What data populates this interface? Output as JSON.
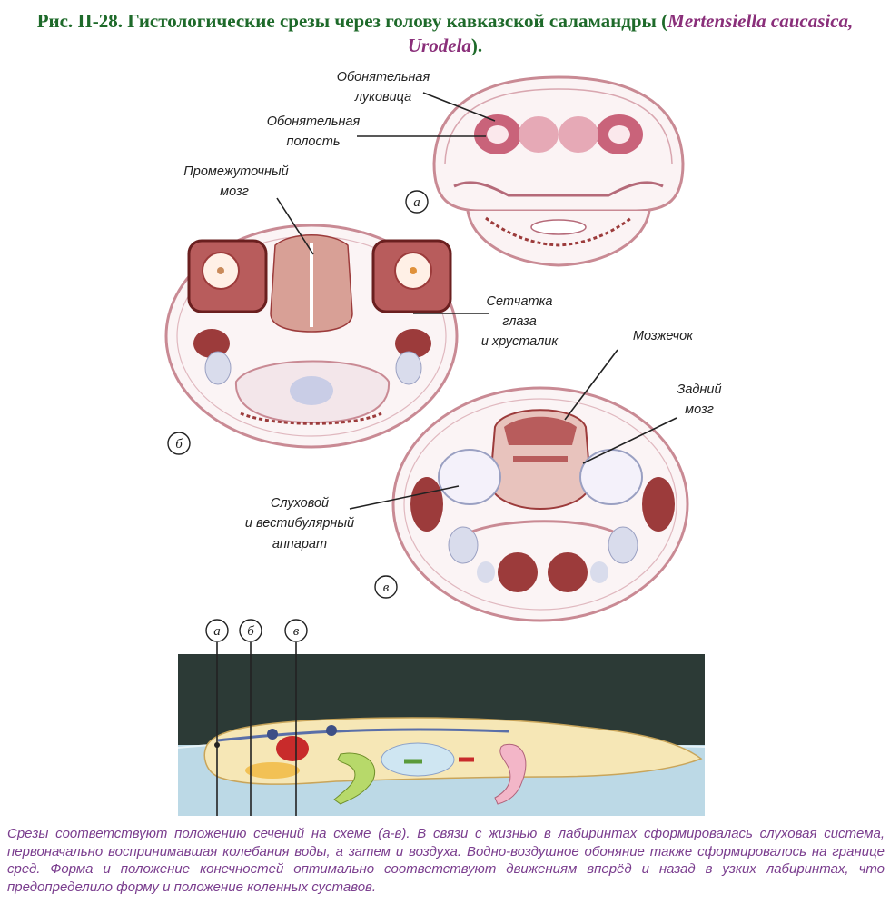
{
  "title": {
    "prefix": "Рис. II-28. Гистологические срезы через голову кавказской саламандры (",
    "latin": "Mertensiella caucasica, Urodela",
    "suffix": ")."
  },
  "labels": {
    "olfactory_bulb_1": "Обонятельная",
    "olfactory_bulb_2": "луковица",
    "olfactory_cavity_1": "Обонятельная",
    "olfactory_cavity_2": "полость",
    "diencephalon_1": "Промежуточный",
    "diencephalon_2": "мозг",
    "retina_1": "Сетчатка",
    "retina_2": "глаза",
    "retina_3": "и хрусталик",
    "cerebellum": "Мозжечок",
    "hindbrain_1": "Задний",
    "hindbrain_2": "мозг",
    "ear_1": "Слуховой",
    "ear_2": "и вестибулярный",
    "ear_3": "аппарат"
  },
  "section_markers": {
    "a": "а",
    "b": "б",
    "v": "в"
  },
  "caption": "Срезы соответствуют положению сечений на схеме (а-в). В связи с жизнью в лабиринтах сформировалась слуховая система, первоначально воспринимавшая колебания воды, а затем и воздуха. Водно-воздушное обоняние также сформировалось на границе сред. Форма и положение конечностей оптимально соответствуют движениям вперёд и назад в узких лабиринтах, что предопределило форму и положение коленных суставов.",
  "colors": {
    "title": "#1e6a2a",
    "latin": "#8a2f7a",
    "caption": "#7a3d8e",
    "tissue_outline": "#c98a94",
    "tissue_dark": "#9c3b3b",
    "tissue_pink": "#e8b4bd",
    "cartilage": "#d9dcec",
    "scene_dark": "#2c3a36",
    "scene_water": "#bcd9e6",
    "salamander_body": "#f6e7b6"
  }
}
